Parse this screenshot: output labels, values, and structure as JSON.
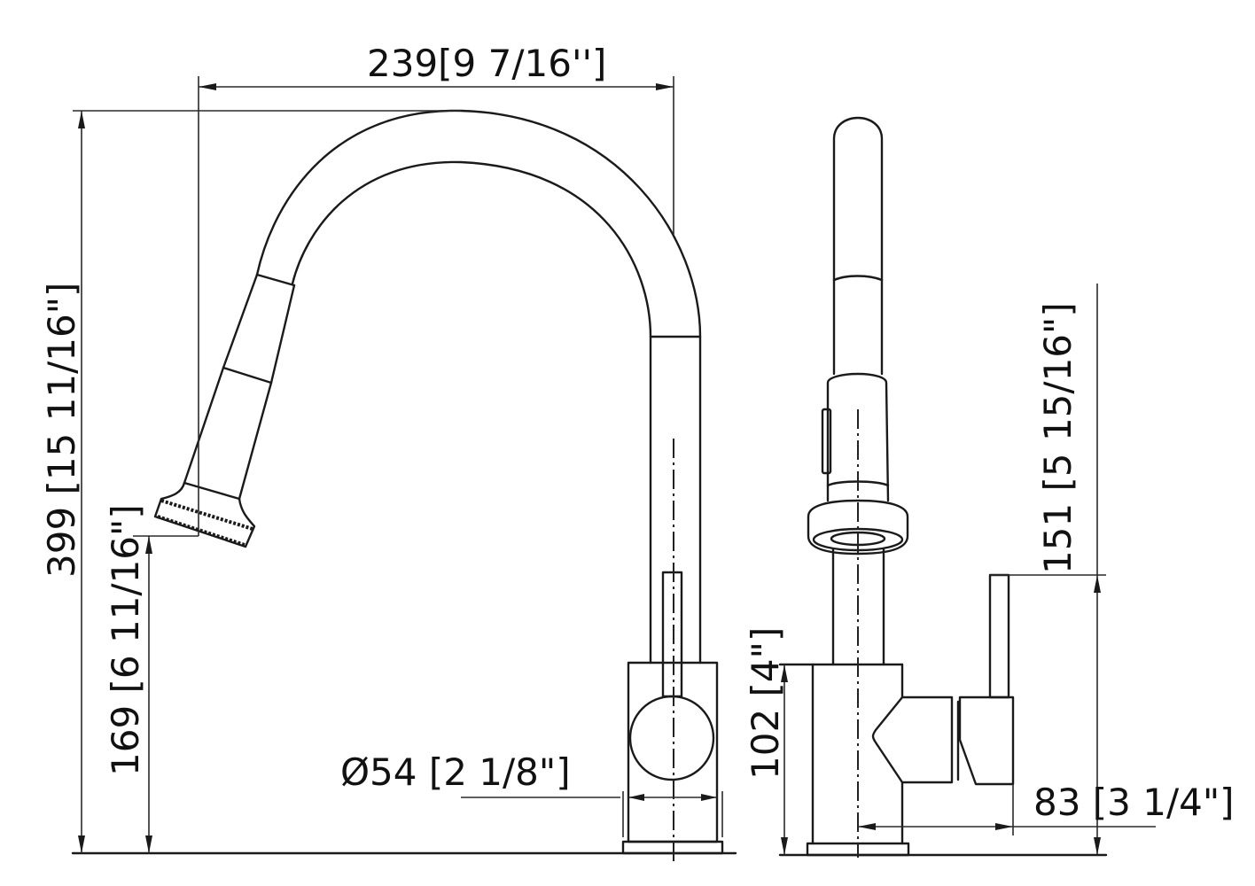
{
  "drawing": {
    "title": "Pull-down kitchen faucet dimension drawing",
    "views": [
      "front",
      "side"
    ],
    "line_color": "#1a1a1a",
    "background": "#ffffff"
  },
  "dimensions": {
    "spout_reach": {
      "mm": "239",
      "label": "239[9 7/16'']"
    },
    "overall_height": {
      "mm": "399",
      "label": "399 [15 11/16\"]"
    },
    "spout_outlet_height": {
      "mm": "169",
      "label": "169 [6 11/16\"]"
    },
    "base_diameter": {
      "mm": "54",
      "label": "Ø54 [2 1/8\"]"
    },
    "handle_height": {
      "mm": "151",
      "label": "151 [5 15/16\"]"
    },
    "body_height": {
      "mm": "102",
      "label": "102 [4\"]"
    },
    "handle_reach": {
      "mm": "83",
      "label": "83 [3 1/4\"]"
    }
  }
}
